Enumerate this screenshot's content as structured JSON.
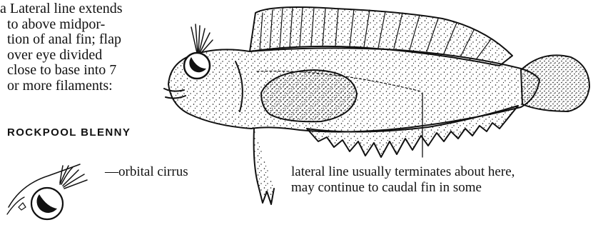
{
  "key": {
    "lines": [
      "a Lateral line extends",
      "to above midpor-",
      "tion of anal fin; flap",
      "over eye divided",
      "close to base into 7",
      "or more filaments:"
    ],
    "species_name": "ROCKPOOL BLENNY"
  },
  "labels": {
    "orbital_cirrus": "—orbital cirrus",
    "lateral_line_note_1": "lateral line usually terminates about here,",
    "lateral_line_note_2": "may continue to caudal fin in some"
  },
  "colors": {
    "ink": "#111111",
    "paper": "#ffffff"
  }
}
